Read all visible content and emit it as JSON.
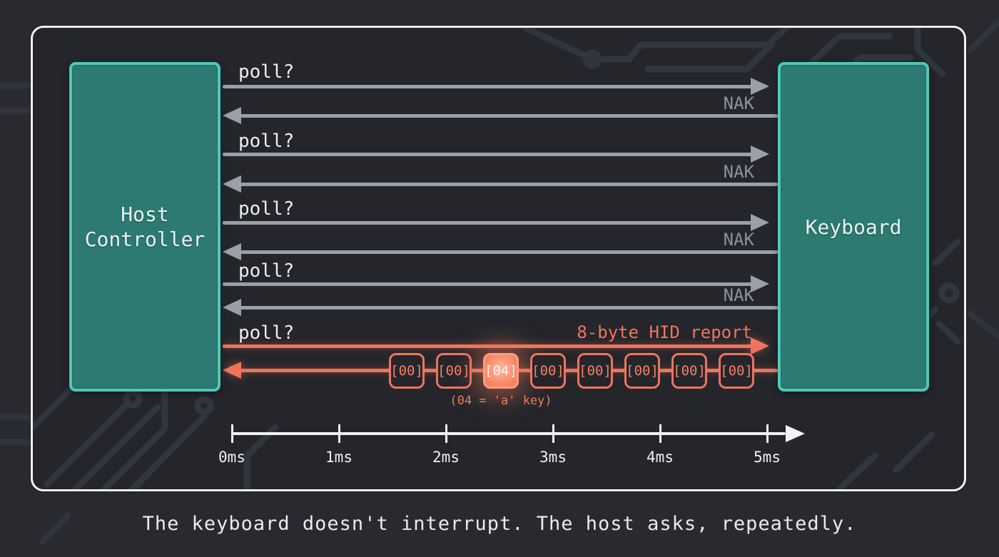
{
  "nodes": {
    "host": "Host Controller",
    "keyboard": "Keyboard"
  },
  "messages": {
    "polls": [
      "poll?",
      "poll?",
      "poll?",
      "poll?",
      "poll?"
    ],
    "naks": [
      "NAK",
      "NAK",
      "NAK",
      "NAK"
    ],
    "report_label": "8-byte HID report",
    "bytes": [
      "[00]",
      "[00]",
      "[04]",
      "[00]",
      "[00]",
      "[00]",
      "[00]",
      "[00]"
    ],
    "highlight_index": 2,
    "byte_note": "(04 = 'a' key)"
  },
  "timeline": {
    "ticks": [
      "0ms",
      "1ms",
      "2ms",
      "3ms",
      "4ms",
      "5ms"
    ]
  },
  "caption": "The keyboard doesn't interrupt. The host asks, repeatedly.",
  "colors": {
    "background": "#282a30",
    "frame_border": "#f2f3f5",
    "teal_fill": "#2d7a72",
    "teal_border": "#4dc9b8",
    "arrow_gray": "#9ba0a8",
    "nak_gray": "#8d929b",
    "salmon": "#f0745c",
    "text_white": "#edeff1"
  }
}
